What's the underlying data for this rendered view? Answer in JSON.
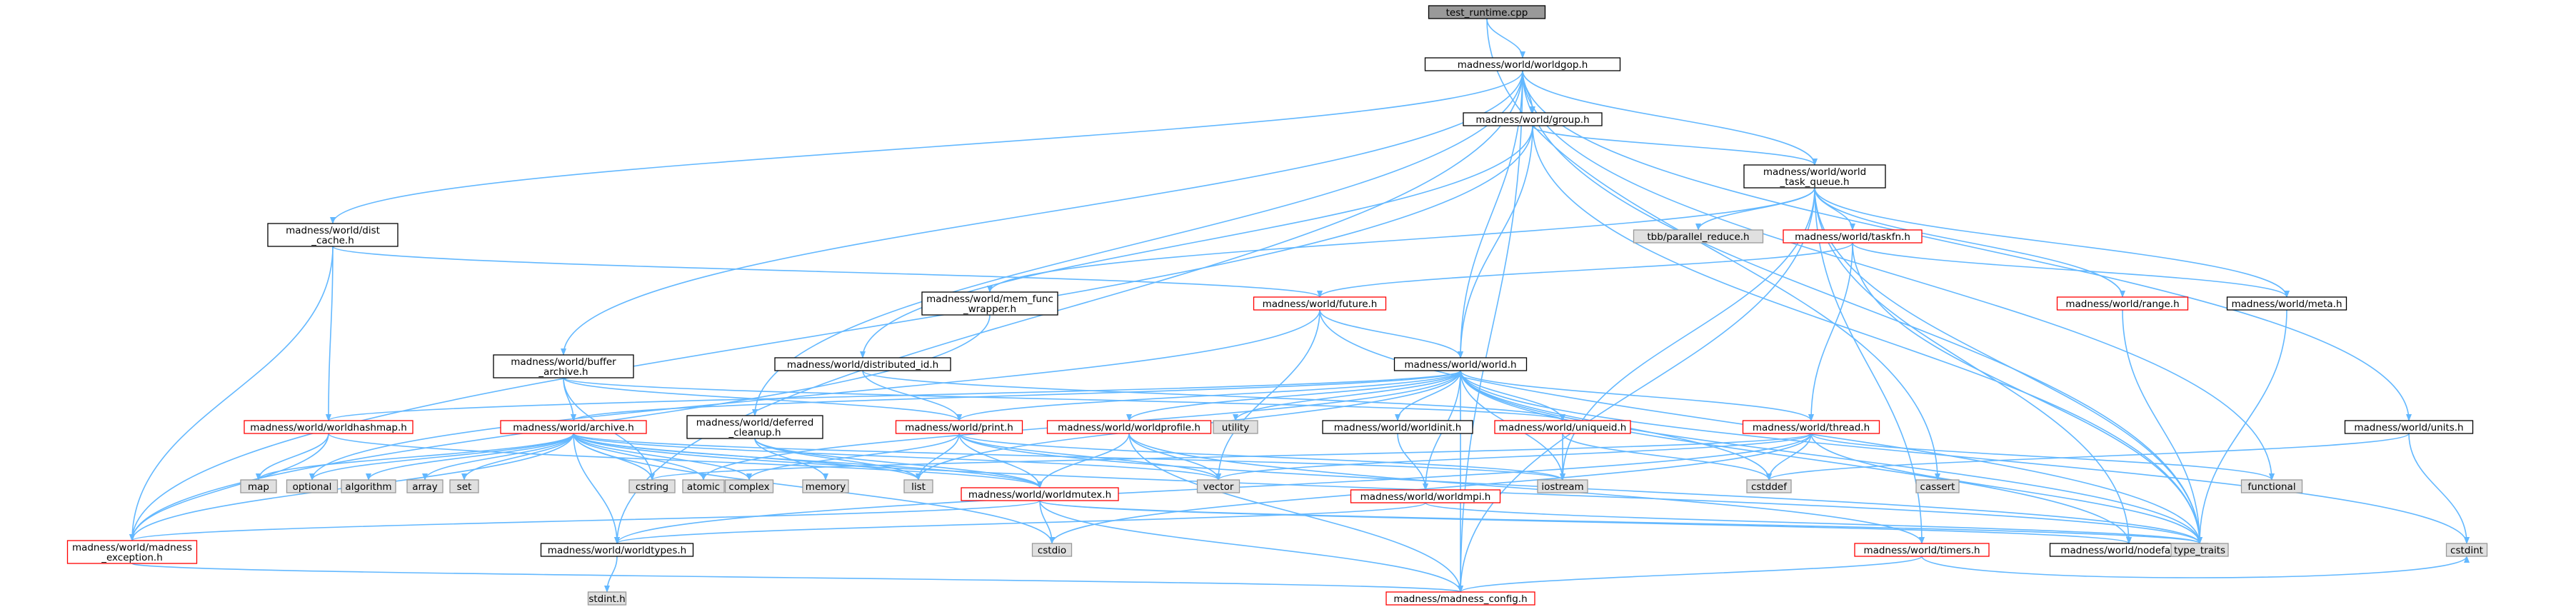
{
  "colors": {
    "edge": "#63b8ff",
    "root_fill": "#999999",
    "plain_fill": "#ffffff",
    "plain_border": "#000000",
    "truncated_border": "#ff0000",
    "system_fill": "#e0e0e0",
    "system_border": "#999999"
  },
  "nodes": [
    {
      "id": "test_runtime",
      "label": [
        "test_runtime.cpp"
      ],
      "style": "root"
    },
    {
      "id": "worldgop",
      "label": [
        "madness/world/worldgop.h"
      ],
      "style": "plain"
    },
    {
      "id": "group",
      "label": [
        "madness/world/group.h"
      ],
      "style": "plain"
    },
    {
      "id": "world_task_queue",
      "label": [
        "madness/world/world",
        "_task_queue.h"
      ],
      "style": "plain"
    },
    {
      "id": "dist_cache",
      "label": [
        "madness/world/dist",
        "_cache.h"
      ],
      "style": "plain"
    },
    {
      "id": "tbb",
      "label": [
        "tbb/parallel_reduce.h"
      ],
      "style": "system"
    },
    {
      "id": "taskfn",
      "label": [
        "madness/world/taskfn.h"
      ],
      "style": "truncated"
    },
    {
      "id": "mem_func",
      "label": [
        "madness/world/mem_func",
        "_wrapper.h"
      ],
      "style": "plain"
    },
    {
      "id": "future",
      "label": [
        "madness/world/future.h"
      ],
      "style": "truncated"
    },
    {
      "id": "range",
      "label": [
        "madness/world/range.h"
      ],
      "style": "truncated"
    },
    {
      "id": "meta",
      "label": [
        "madness/world/meta.h"
      ],
      "style": "plain"
    },
    {
      "id": "buffer_archive",
      "label": [
        "madness/world/buffer",
        "_archive.h"
      ],
      "style": "plain"
    },
    {
      "id": "distributed_id",
      "label": [
        "madness/world/distributed_id.h"
      ],
      "style": "plain"
    },
    {
      "id": "world",
      "label": [
        "madness/world/world.h"
      ],
      "style": "plain"
    },
    {
      "id": "worldhashmap",
      "label": [
        "madness/world/worldhashmap.h"
      ],
      "style": "truncated"
    },
    {
      "id": "archive",
      "label": [
        "madness/world/archive.h"
      ],
      "style": "truncated"
    },
    {
      "id": "deferred_cleanup",
      "label": [
        "madness/world/deferred",
        "_cleanup.h"
      ],
      "style": "plain"
    },
    {
      "id": "print",
      "label": [
        "madness/world/print.h"
      ],
      "style": "truncated"
    },
    {
      "id": "worldprofile",
      "label": [
        "madness/world/worldprofile.h"
      ],
      "style": "truncated"
    },
    {
      "id": "utility",
      "label": [
        "utility"
      ],
      "style": "system"
    },
    {
      "id": "worldinit",
      "label": [
        "madness/world/worldinit.h"
      ],
      "style": "plain"
    },
    {
      "id": "uniqueid",
      "label": [
        "madness/world/uniqueid.h"
      ],
      "style": "truncated"
    },
    {
      "id": "thread",
      "label": [
        "madness/world/thread.h"
      ],
      "style": "truncated"
    },
    {
      "id": "units",
      "label": [
        "madness/world/units.h"
      ],
      "style": "plain"
    },
    {
      "id": "map",
      "label": [
        "map"
      ],
      "style": "system"
    },
    {
      "id": "optional",
      "label": [
        "optional"
      ],
      "style": "system"
    },
    {
      "id": "algorithm",
      "label": [
        "algorithm"
      ],
      "style": "system"
    },
    {
      "id": "array",
      "label": [
        "array"
      ],
      "style": "system"
    },
    {
      "id": "set",
      "label": [
        "set"
      ],
      "style": "system"
    },
    {
      "id": "cstring",
      "label": [
        "cstring"
      ],
      "style": "system"
    },
    {
      "id": "atomic",
      "label": [
        "atomic"
      ],
      "style": "system"
    },
    {
      "id": "complex",
      "label": [
        "complex"
      ],
      "style": "system"
    },
    {
      "id": "memory",
      "label": [
        "memory"
      ],
      "style": "system"
    },
    {
      "id": "list",
      "label": [
        "list"
      ],
      "style": "system"
    },
    {
      "id": "worldmutex",
      "label": [
        "madness/world/worldmutex.h"
      ],
      "style": "truncated"
    },
    {
      "id": "vector",
      "label": [
        "vector"
      ],
      "style": "system"
    },
    {
      "id": "worldmpi",
      "label": [
        "madness/world/worldmpi.h"
      ],
      "style": "truncated"
    },
    {
      "id": "iostream",
      "label": [
        "iostream"
      ],
      "style": "system"
    },
    {
      "id": "cstddef",
      "label": [
        "cstddef"
      ],
      "style": "system"
    },
    {
      "id": "cassert",
      "label": [
        "cassert"
      ],
      "style": "system"
    },
    {
      "id": "functional",
      "label": [
        "functional"
      ],
      "style": "system"
    },
    {
      "id": "madness_exception",
      "label": [
        "madness/world/madness",
        "_exception.h"
      ],
      "style": "truncated"
    },
    {
      "id": "worldtypes",
      "label": [
        "madness/world/worldtypes.h"
      ],
      "style": "plain"
    },
    {
      "id": "cstdio",
      "label": [
        "cstdio"
      ],
      "style": "system"
    },
    {
      "id": "timers",
      "label": [
        "madness/world/timers.h"
      ],
      "style": "truncated"
    },
    {
      "id": "nodefaults",
      "label": [
        "madness/world/nodefaults.h"
      ],
      "style": "plain"
    },
    {
      "id": "type_traits",
      "label": [
        "type_traits"
      ],
      "style": "system"
    },
    {
      "id": "cstdint",
      "label": [
        "cstdint"
      ],
      "style": "system"
    },
    {
      "id": "stdint",
      "label": [
        "stdint.h"
      ],
      "style": "system"
    },
    {
      "id": "madness_config",
      "label": [
        "madness/madness_config.h"
      ],
      "style": "truncated"
    }
  ],
  "edges": [
    [
      "test_runtime",
      "worldgop"
    ],
    [
      "test_runtime",
      "cassert"
    ],
    [
      "worldgop",
      "group"
    ],
    [
      "worldgop",
      "world_task_queue"
    ],
    [
      "worldgop",
      "dist_cache"
    ],
    [
      "worldgop",
      "buffer_archive"
    ],
    [
      "worldgop",
      "deferred_cleanup"
    ],
    [
      "worldgop",
      "world"
    ],
    [
      "worldgop",
      "worldtypes"
    ],
    [
      "worldgop",
      "units"
    ],
    [
      "worldgop",
      "functional"
    ],
    [
      "worldgop",
      "type_traits"
    ],
    [
      "worldgop",
      "madness_config"
    ],
    [
      "group",
      "world_task_queue"
    ],
    [
      "group",
      "distributed_id"
    ],
    [
      "group",
      "world"
    ],
    [
      "group",
      "madness_exception"
    ],
    [
      "group",
      "type_traits"
    ],
    [
      "world_task_queue",
      "tbb"
    ],
    [
      "world_task_queue",
      "taskfn"
    ],
    [
      "world_task_queue",
      "mem_func"
    ],
    [
      "world_task_queue",
      "range"
    ],
    [
      "world_task_queue",
      "meta"
    ],
    [
      "world_task_queue",
      "iostream"
    ],
    [
      "world_task_queue",
      "timers"
    ],
    [
      "world_task_queue",
      "nodefaults"
    ],
    [
      "world_task_queue",
      "type_traits"
    ],
    [
      "world_task_queue",
      "madness_config"
    ],
    [
      "dist_cache",
      "worldhashmap"
    ],
    [
      "dist_cache",
      "future"
    ],
    [
      "dist_cache",
      "madness_exception"
    ],
    [
      "taskfn",
      "future"
    ],
    [
      "taskfn",
      "thread"
    ],
    [
      "taskfn",
      "meta"
    ],
    [
      "taskfn",
      "type_traits"
    ],
    [
      "mem_func",
      "madness_exception"
    ],
    [
      "future",
      "world"
    ],
    [
      "future",
      "optional"
    ],
    [
      "future",
      "vector"
    ],
    [
      "future",
      "type_traits"
    ],
    [
      "range",
      "type_traits"
    ],
    [
      "meta",
      "type_traits"
    ],
    [
      "buffer_archive",
      "archive"
    ],
    [
      "buffer_archive",
      "print"
    ],
    [
      "buffer_archive",
      "cstring"
    ],
    [
      "buffer_archive",
      "uniqueid"
    ],
    [
      "distributed_id",
      "print"
    ],
    [
      "distributed_id",
      "uniqueid"
    ],
    [
      "world",
      "worldhashmap"
    ],
    [
      "world",
      "archive"
    ],
    [
      "world",
      "print"
    ],
    [
      "world",
      "worldprofile"
    ],
    [
      "world",
      "utility"
    ],
    [
      "world",
      "worldinit"
    ],
    [
      "world",
      "uniqueid"
    ],
    [
      "world",
      "thread"
    ],
    [
      "world",
      "list"
    ],
    [
      "world",
      "iostream"
    ],
    [
      "world",
      "cstddef"
    ],
    [
      "world",
      "cstdint"
    ],
    [
      "world",
      "madness_config"
    ],
    [
      "world",
      "nodefaults"
    ],
    [
      "world",
      "atomic"
    ],
    [
      "world",
      "worldmpi"
    ],
    [
      "world",
      "type_traits"
    ],
    [
      "worldhashmap",
      "map"
    ],
    [
      "worldhashmap",
      "madness_exception"
    ],
    [
      "worldhashmap",
      "worldmutex"
    ],
    [
      "archive",
      "optional"
    ],
    [
      "archive",
      "algorithm"
    ],
    [
      "archive",
      "array"
    ],
    [
      "archive",
      "set"
    ],
    [
      "archive",
      "cstring"
    ],
    [
      "archive",
      "atomic"
    ],
    [
      "archive",
      "complex"
    ],
    [
      "archive",
      "list"
    ],
    [
      "archive",
      "map"
    ],
    [
      "archive",
      "vector"
    ],
    [
      "archive",
      "worldmutex"
    ],
    [
      "archive",
      "madness_exception"
    ],
    [
      "archive",
      "iostream"
    ],
    [
      "archive",
      "cstdio"
    ],
    [
      "archive",
      "type_traits"
    ],
    [
      "archive",
      "worldtypes"
    ],
    [
      "deferred_cleanup",
      "memory"
    ],
    [
      "deferred_cleanup",
      "list"
    ],
    [
      "deferred_cleanup",
      "worldmutex"
    ],
    [
      "print",
      "complex"
    ],
    [
      "print",
      "list"
    ],
    [
      "print",
      "vector"
    ],
    [
      "print",
      "worldmutex"
    ],
    [
      "print",
      "iostream"
    ],
    [
      "print",
      "type_traits"
    ],
    [
      "worldprofile",
      "vector"
    ],
    [
      "worldprofile",
      "worldmutex"
    ],
    [
      "worldprofile",
      "madness_config"
    ],
    [
      "worldprofile",
      "timers"
    ],
    [
      "worldinit",
      "worldmpi"
    ],
    [
      "uniqueid",
      "iostream"
    ],
    [
      "uniqueid",
      "cstddef"
    ],
    [
      "thread",
      "vector"
    ],
    [
      "thread",
      "cstddef"
    ],
    [
      "thread",
      "cstdio"
    ],
    [
      "thread",
      "cstring"
    ],
    [
      "thread",
      "functional"
    ],
    [
      "thread",
      "worldtypes"
    ],
    [
      "thread",
      "type_traits"
    ],
    [
      "units",
      "cstdint"
    ],
    [
      "units",
      "cstddef"
    ],
    [
      "worldmutex",
      "cstdio"
    ],
    [
      "worldmutex",
      "madness_config"
    ],
    [
      "worldmutex",
      "madness_exception"
    ],
    [
      "worldmutex",
      "nodefaults"
    ],
    [
      "worldmutex",
      "type_traits"
    ],
    [
      "worldmpi",
      "worldtypes"
    ],
    [
      "worldmpi",
      "type_traits"
    ],
    [
      "madness_exception",
      "madness_config"
    ],
    [
      "worldtypes",
      "stdint"
    ],
    [
      "timers",
      "madness_config"
    ],
    [
      "timers",
      "cstdint"
    ]
  ]
}
